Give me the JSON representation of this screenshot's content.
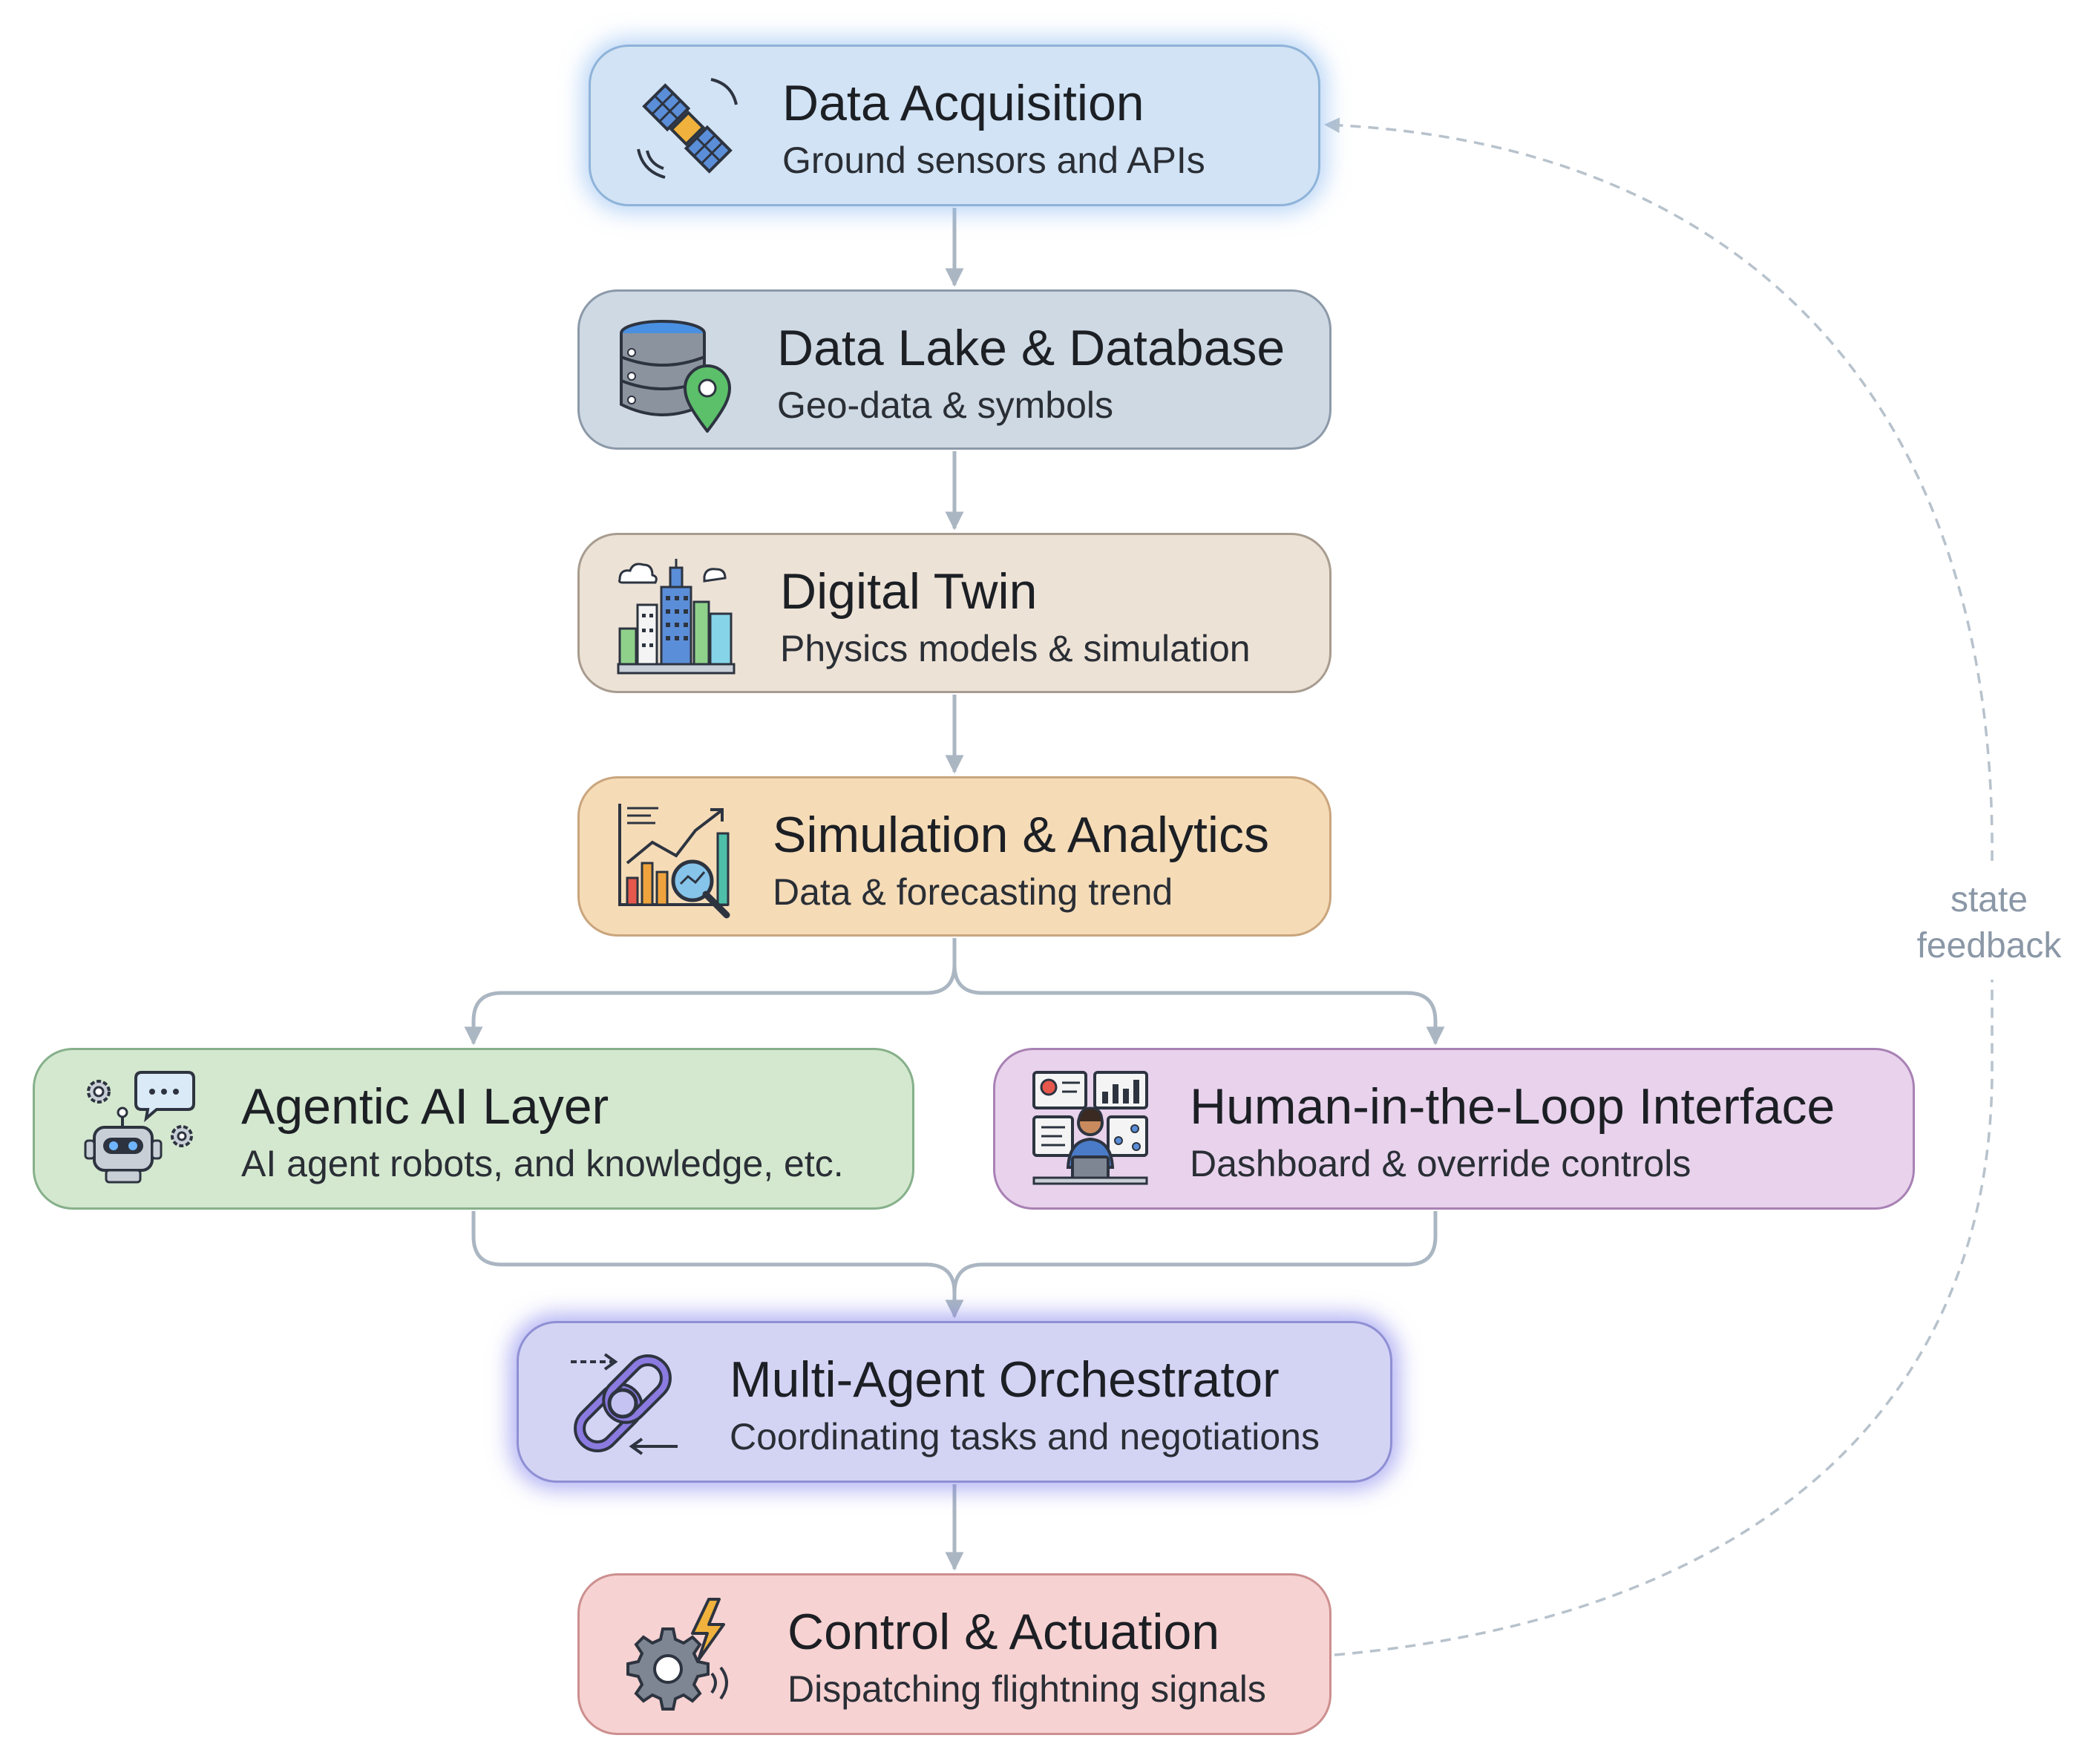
{
  "nodes": {
    "data_acquisition": {
      "title": "Data Acquisition",
      "subtitle": "Ground sensors and APIs",
      "icon": "satellite-icon"
    },
    "data_lake": {
      "title": "Data Lake & Database",
      "subtitle": "Geo-data & symbols",
      "icon": "database-location-icon"
    },
    "digital_twin": {
      "title": "Digital Twin",
      "subtitle": "Physics models & simulation",
      "icon": "city-buildings-icon"
    },
    "simulation": {
      "title": "Simulation & Analytics",
      "subtitle": "Data & forecasting trend",
      "icon": "chart-magnifier-icon"
    },
    "agentic": {
      "title": "Agentic AI Layer",
      "subtitle": "AI agent robots, and knowledge, etc.",
      "icon": "robot-chat-gears-icon"
    },
    "human": {
      "title": "Human-in-the-Loop Interface",
      "subtitle": "Dashboard & override controls",
      "icon": "operator-dashboard-icon"
    },
    "orchestrator": {
      "title": "Multi-Agent Orchestrator",
      "subtitle": "Coordinating tasks and negotiations",
      "icon": "chain-link-arrows-icon"
    },
    "control": {
      "title": "Control & Actuation",
      "subtitle": "Dispatching flightning signals",
      "icon": "gear-lightning-icon"
    }
  },
  "feedback": {
    "line1": "state",
    "line2": "feedback"
  },
  "colors": {
    "connector": "#aab6c2",
    "feedback": "#b7c2cc",
    "acquisition": "#d1e3f4",
    "lake": "#cfd9e3",
    "twin": "#ede2d6",
    "simulation": "#f5dcb7",
    "agentic": "#d4e8cf",
    "human": "#e8d2ec",
    "orchestrator": "#d3d4f4",
    "control": "#f7d2d2"
  }
}
